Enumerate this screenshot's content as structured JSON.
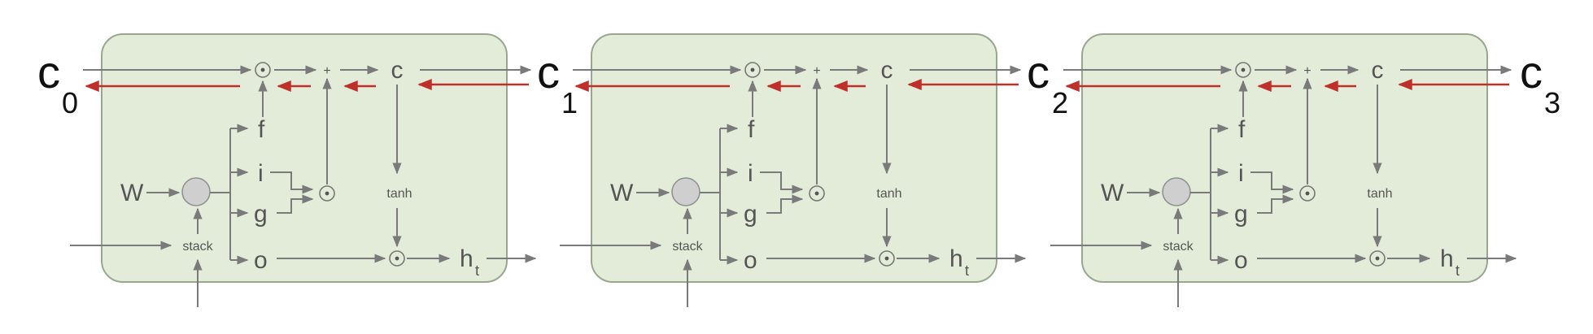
{
  "states": [
    {
      "main": "c",
      "sub": "0"
    },
    {
      "main": "c",
      "sub": "1"
    },
    {
      "main": "c",
      "sub": "2"
    },
    {
      "main": "c",
      "sub": "3"
    }
  ],
  "cell": {
    "weight": "W",
    "stack": "stack",
    "gates": [
      "f",
      "i",
      "g",
      "o"
    ],
    "plus": "+",
    "cell_state": "c",
    "tanh": "tanh",
    "out_main": "h",
    "out_sub": "t"
  },
  "colors": {
    "cell_fill": "#e3ecd9",
    "forward_arrow": "#7a7a7a",
    "gradient_arrow": "#c0302a"
  }
}
